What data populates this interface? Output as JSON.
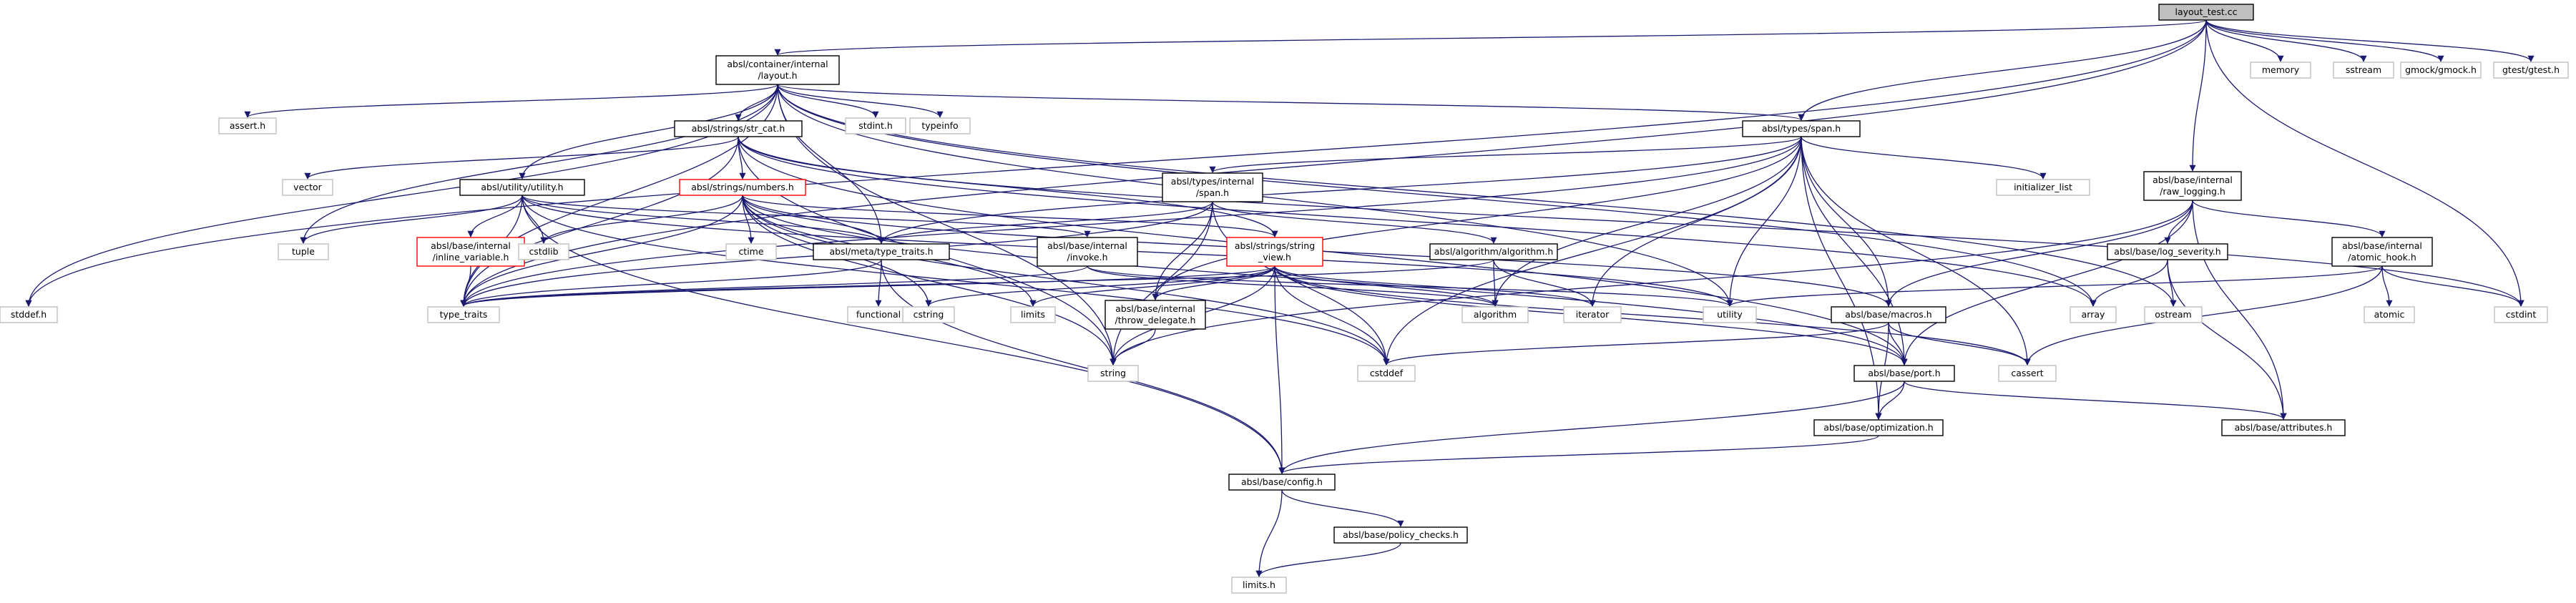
{
  "colors": {
    "edge": "#191970",
    "root_fill": "#bfbfbf",
    "node_border": "#000000",
    "leaf_border": "#bfbfbf",
    "warn_border": "#ff0000"
  },
  "nodes": [
    {
      "id": "layout_test",
      "lines": [
        "layout_test.cc"
      ],
      "style": "root"
    },
    {
      "id": "container_layout",
      "lines": [
        "absl/container/internal",
        "/layout.h"
      ],
      "style": "normal"
    },
    {
      "id": "memory",
      "lines": [
        "memory"
      ],
      "style": "leaf"
    },
    {
      "id": "sstream",
      "lines": [
        "sstream"
      ],
      "style": "leaf"
    },
    {
      "id": "gmock",
      "lines": [
        "gmock/gmock.h"
      ],
      "style": "leaf"
    },
    {
      "id": "gtest",
      "lines": [
        "gtest/gtest.h"
      ],
      "style": "leaf"
    },
    {
      "id": "assert_h",
      "lines": [
        "assert.h"
      ],
      "style": "leaf"
    },
    {
      "id": "stdint_h",
      "lines": [
        "stdint.h"
      ],
      "style": "leaf"
    },
    {
      "id": "typeinfo",
      "lines": [
        "typeinfo"
      ],
      "style": "leaf"
    },
    {
      "id": "str_cat",
      "lines": [
        "absl/strings/str_cat.h"
      ],
      "style": "normal"
    },
    {
      "id": "types_span",
      "lines": [
        "absl/types/span.h"
      ],
      "style": "normal"
    },
    {
      "id": "raw_logging",
      "lines": [
        "absl/base/internal",
        "/raw_logging.h"
      ],
      "style": "normal"
    },
    {
      "id": "vector",
      "lines": [
        "vector"
      ],
      "style": "leaf"
    },
    {
      "id": "numbers",
      "lines": [
        "absl/strings/numbers.h"
      ],
      "style": "warn"
    },
    {
      "id": "utility_h",
      "lines": [
        "absl/utility/utility.h"
      ],
      "style": "normal"
    },
    {
      "id": "types_internal_span",
      "lines": [
        "absl/types/internal",
        "/span.h"
      ],
      "style": "normal"
    },
    {
      "id": "initializer_list",
      "lines": [
        "initializer_list"
      ],
      "style": "leaf"
    },
    {
      "id": "log_severity",
      "lines": [
        "absl/base/log_severity.h"
      ],
      "style": "normal"
    },
    {
      "id": "atomic_hook",
      "lines": [
        "absl/base/internal",
        "/atomic_hook.h"
      ],
      "style": "normal"
    },
    {
      "id": "tuple",
      "lines": [
        "tuple"
      ],
      "style": "leaf"
    },
    {
      "id": "inline_variable",
      "lines": [
        "absl/base/internal",
        "/inline_variable.h"
      ],
      "style": "warn"
    },
    {
      "id": "cstdlib",
      "lines": [
        "cstdlib"
      ],
      "style": "leaf"
    },
    {
      "id": "ctime",
      "lines": [
        "ctime"
      ],
      "style": "leaf"
    },
    {
      "id": "type_traits_h",
      "lines": [
        "absl/meta/type_traits.h"
      ],
      "style": "normal"
    },
    {
      "id": "invoke",
      "lines": [
        "absl/base/internal",
        "/invoke.h"
      ],
      "style": "normal"
    },
    {
      "id": "string_view",
      "lines": [
        "absl/strings/string",
        "_view.h"
      ],
      "style": "warn"
    },
    {
      "id": "algorithm_h",
      "lines": [
        "absl/algorithm/algorithm.h"
      ],
      "style": "normal"
    },
    {
      "id": "stddef_h",
      "lines": [
        "stddef.h"
      ],
      "style": "leaf"
    },
    {
      "id": "type_traits",
      "lines": [
        "type_traits"
      ],
      "style": "leaf"
    },
    {
      "id": "functional",
      "lines": [
        "functional"
      ],
      "style": "leaf"
    },
    {
      "id": "cstring",
      "lines": [
        "cstring"
      ],
      "style": "leaf"
    },
    {
      "id": "limits",
      "lines": [
        "limits"
      ],
      "style": "leaf"
    },
    {
      "id": "throw_delegate",
      "lines": [
        "absl/base/internal",
        "/throw_delegate.h"
      ],
      "style": "normal"
    },
    {
      "id": "algorithm",
      "lines": [
        "algorithm"
      ],
      "style": "leaf"
    },
    {
      "id": "iterator",
      "lines": [
        "iterator"
      ],
      "style": "leaf"
    },
    {
      "id": "utility",
      "lines": [
        "utility"
      ],
      "style": "leaf"
    },
    {
      "id": "macros",
      "lines": [
        "absl/base/macros.h"
      ],
      "style": "normal"
    },
    {
      "id": "array",
      "lines": [
        "array"
      ],
      "style": "leaf"
    },
    {
      "id": "ostream",
      "lines": [
        "ostream"
      ],
      "style": "leaf"
    },
    {
      "id": "atomic",
      "lines": [
        "atomic"
      ],
      "style": "leaf"
    },
    {
      "id": "cstdint",
      "lines": [
        "cstdint"
      ],
      "style": "leaf"
    },
    {
      "id": "string",
      "lines": [
        "string"
      ],
      "style": "leaf"
    },
    {
      "id": "cstddef",
      "lines": [
        "cstddef"
      ],
      "style": "leaf"
    },
    {
      "id": "port",
      "lines": [
        "absl/base/port.h"
      ],
      "style": "normal"
    },
    {
      "id": "cassert",
      "lines": [
        "cassert"
      ],
      "style": "leaf"
    },
    {
      "id": "optimization",
      "lines": [
        "absl/base/optimization.h"
      ],
      "style": "normal"
    },
    {
      "id": "attributes",
      "lines": [
        "absl/base/attributes.h"
      ],
      "style": "normal"
    },
    {
      "id": "config",
      "lines": [
        "absl/base/config.h"
      ],
      "style": "normal"
    },
    {
      "id": "policy_checks",
      "lines": [
        "absl/base/policy_checks.h"
      ],
      "style": "normal"
    },
    {
      "id": "limits_h",
      "lines": [
        "limits.h"
      ],
      "style": "leaf"
    }
  ],
  "edges": [
    [
      "layout_test",
      "container_layout"
    ],
    [
      "layout_test",
      "memory"
    ],
    [
      "layout_test",
      "sstream"
    ],
    [
      "layout_test",
      "gmock"
    ],
    [
      "layout_test",
      "gtest"
    ],
    [
      "layout_test",
      "types_span"
    ],
    [
      "layout_test",
      "raw_logging"
    ],
    [
      "layout_test",
      "cstdint"
    ],
    [
      "layout_test",
      "stddef_h"
    ],
    [
      "layout_test",
      "type_traits"
    ],
    [
      "container_layout",
      "assert_h"
    ],
    [
      "container_layout",
      "stdint_h"
    ],
    [
      "container_layout",
      "typeinfo"
    ],
    [
      "container_layout",
      "str_cat"
    ],
    [
      "container_layout",
      "types_span"
    ],
    [
      "container_layout",
      "utility_h"
    ],
    [
      "container_layout",
      "type_traits_h"
    ],
    [
      "container_layout",
      "tuple"
    ],
    [
      "container_layout",
      "stddef_h"
    ],
    [
      "container_layout",
      "type_traits"
    ],
    [
      "container_layout",
      "string"
    ],
    [
      "container_layout",
      "array"
    ],
    [
      "container_layout",
      "utility"
    ],
    [
      "container_layout",
      "ostream"
    ],
    [
      "str_cat",
      "vector"
    ],
    [
      "str_cat",
      "numbers"
    ],
    [
      "str_cat",
      "string_view"
    ],
    [
      "str_cat",
      "port"
    ],
    [
      "str_cat",
      "type_traits"
    ],
    [
      "str_cat",
      "string"
    ],
    [
      "str_cat",
      "cstdint"
    ],
    [
      "str_cat",
      "array"
    ],
    [
      "types_span",
      "types_internal_span"
    ],
    [
      "types_span",
      "initializer_list"
    ],
    [
      "types_span",
      "type_traits_h"
    ],
    [
      "types_span",
      "throw_delegate"
    ],
    [
      "types_span",
      "algorithm"
    ],
    [
      "types_span",
      "iterator"
    ],
    [
      "types_span",
      "utility"
    ],
    [
      "types_span",
      "macros"
    ],
    [
      "types_span",
      "cstddef"
    ],
    [
      "types_span",
      "port"
    ],
    [
      "types_span",
      "cassert"
    ],
    [
      "types_span",
      "optimization"
    ],
    [
      "types_span",
      "type_traits"
    ],
    [
      "raw_logging",
      "log_severity"
    ],
    [
      "raw_logging",
      "atomic_hook"
    ],
    [
      "raw_logging",
      "macros"
    ],
    [
      "raw_logging",
      "port"
    ],
    [
      "raw_logging",
      "attributes"
    ],
    [
      "raw_logging",
      "string"
    ],
    [
      "utility_h",
      "tuple"
    ],
    [
      "utility_h",
      "inline_variable"
    ],
    [
      "utility_h",
      "cstdlib"
    ],
    [
      "utility_h",
      "type_traits_h"
    ],
    [
      "utility_h",
      "invoke"
    ],
    [
      "utility_h",
      "utility"
    ],
    [
      "utility_h",
      "type_traits"
    ],
    [
      "utility_h",
      "config"
    ],
    [
      "utility_h",
      "cstddef"
    ],
    [
      "numbers",
      "cstdlib"
    ],
    [
      "numbers",
      "ctime"
    ],
    [
      "numbers",
      "type_traits_h"
    ],
    [
      "numbers",
      "string_view"
    ],
    [
      "numbers",
      "macros"
    ],
    [
      "numbers",
      "port"
    ],
    [
      "numbers",
      "limits"
    ],
    [
      "numbers",
      "string"
    ],
    [
      "numbers",
      "cstddef"
    ],
    [
      "numbers",
      "type_traits"
    ],
    [
      "numbers",
      "cstring"
    ],
    [
      "types_internal_span",
      "type_traits_h"
    ],
    [
      "types_internal_span",
      "algorithm_h"
    ],
    [
      "types_internal_span",
      "throw_delegate"
    ],
    [
      "types_internal_span",
      "string"
    ],
    [
      "types_internal_span",
      "cstddef"
    ],
    [
      "types_internal_span",
      "type_traits"
    ],
    [
      "log_severity",
      "array"
    ],
    [
      "log_severity",
      "ostream"
    ],
    [
      "log_severity",
      "attributes"
    ],
    [
      "atomic_hook",
      "atomic"
    ],
    [
      "atomic_hook",
      "cstdint"
    ],
    [
      "atomic_hook",
      "cassert"
    ],
    [
      "atomic_hook",
      "utility"
    ],
    [
      "inline_variable",
      "type_traits"
    ],
    [
      "type_traits_h",
      "functional"
    ],
    [
      "type_traits_h",
      "type_traits"
    ],
    [
      "type_traits_h",
      "config"
    ],
    [
      "invoke",
      "algorithm"
    ],
    [
      "invoke",
      "utility"
    ],
    [
      "invoke",
      "type_traits"
    ],
    [
      "string_view",
      "algorithm"
    ],
    [
      "string_view",
      "iterator"
    ],
    [
      "string_view",
      "throw_delegate"
    ],
    [
      "string_view",
      "limits"
    ],
    [
      "string_view",
      "string"
    ],
    [
      "string_view",
      "cstddef"
    ],
    [
      "string_view",
      "config"
    ],
    [
      "string_view",
      "port"
    ],
    [
      "string_view",
      "cassert"
    ],
    [
      "string_view",
      "cstring"
    ],
    [
      "string_view",
      "type_traits"
    ],
    [
      "algorithm_h",
      "algorithm"
    ],
    [
      "algorithm_h",
      "iterator"
    ],
    [
      "algorithm_h",
      "type_traits"
    ],
    [
      "throw_delegate",
      "string"
    ],
    [
      "macros",
      "port"
    ],
    [
      "macros",
      "optimization"
    ],
    [
      "macros",
      "cassert"
    ],
    [
      "macros",
      "cstddef"
    ],
    [
      "port",
      "attributes"
    ],
    [
      "port",
      "config"
    ],
    [
      "port",
      "optimization"
    ],
    [
      "optimization",
      "config"
    ],
    [
      "config",
      "policy_checks"
    ],
    [
      "config",
      "limits_h"
    ],
    [
      "policy_checks",
      "limits_h"
    ]
  ]
}
